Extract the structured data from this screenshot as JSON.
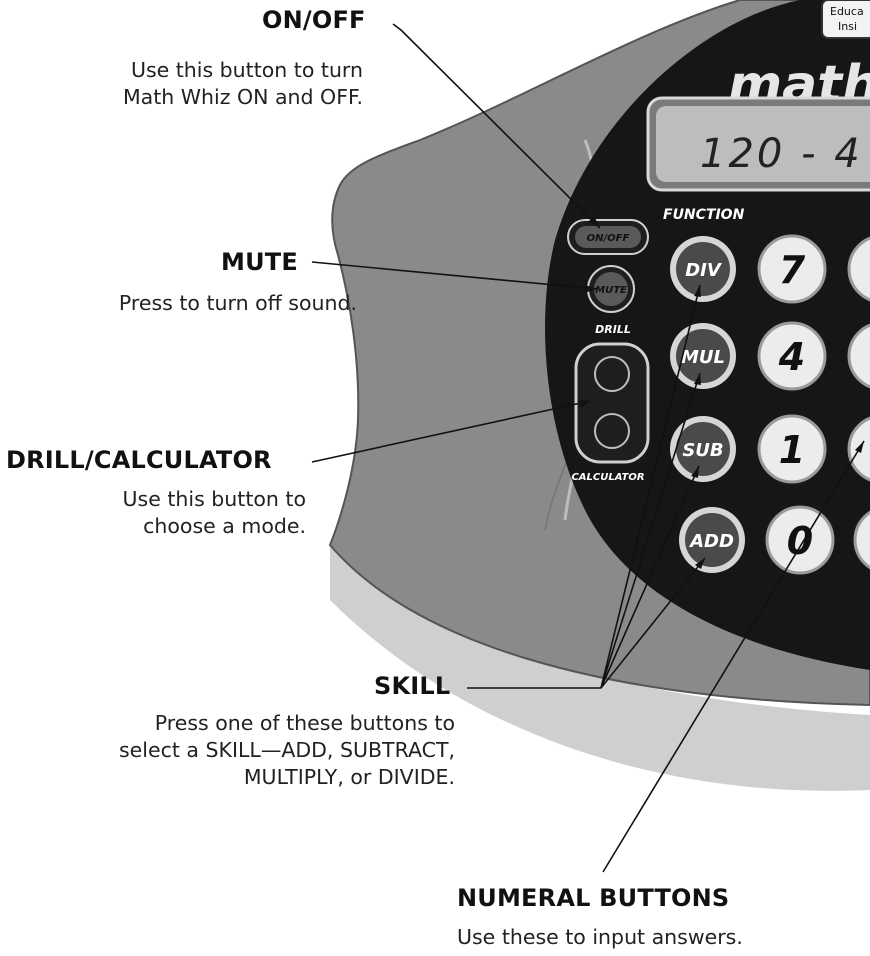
{
  "callouts": {
    "onoff": {
      "title": "ON/OFF",
      "desc": "Use this button to turn\nMath Whiz ON and OFF."
    },
    "mute": {
      "title": "MUTE",
      "desc": "Press to turn off sound."
    },
    "drill": {
      "title": "DRILL/CALCULATOR",
      "desc": "Use this button to\nchoose a mode."
    },
    "skill": {
      "title": "SKILL",
      "desc": "Press one of these buttons to\nselect a SKILL—ADD, SUBTRACT,\nMULTIPLY, or DIVIDE."
    },
    "numeral": {
      "title": "NUMERAL BUTTONS",
      "desc": "Use these to input answers."
    }
  },
  "device": {
    "badge_line1": "Educa",
    "badge_line2": "Insi",
    "logo": "math",
    "display": "120 - 4",
    "function_label": "FUNCTION",
    "onoff_label": "ON/OFF",
    "mute_label": "MUTE",
    "drill_label": "DRILL",
    "calculator_label": "CALCULATOR",
    "skill_buttons": [
      "DIV",
      "MUL",
      "SUB",
      "ADD"
    ],
    "number_buttons": [
      "7",
      "4",
      "1",
      "0"
    ]
  },
  "colors": {
    "face": "#161616",
    "body": "#8a8a8a",
    "shadow": "#cfcfcf",
    "display_bg": "#bdbdbd",
    "skill_button": "#4a4a4a",
    "number_button": "#ececec"
  }
}
